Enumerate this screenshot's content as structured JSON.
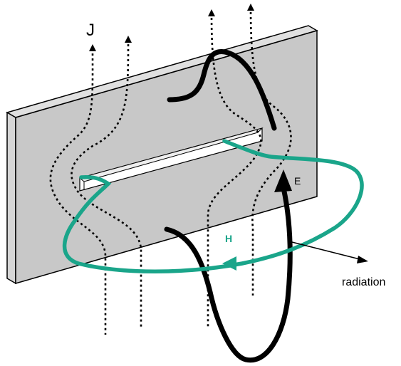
{
  "labels": {
    "current": "J",
    "electric_field": "E",
    "magnetic_field": "H",
    "radiation": "radiation"
  },
  "colors": {
    "plate_face": "#c8c8c8",
    "plate_edge": "#d9d9d9",
    "outline": "#000000",
    "slot": "#ffffff",
    "e_field": "#000000",
    "h_field": "#1aa58a",
    "current_lines": "#000000"
  },
  "icons": {
    "current_arrow": "dotted-arrow-up",
    "radiation_arrow": "arrow-right"
  }
}
